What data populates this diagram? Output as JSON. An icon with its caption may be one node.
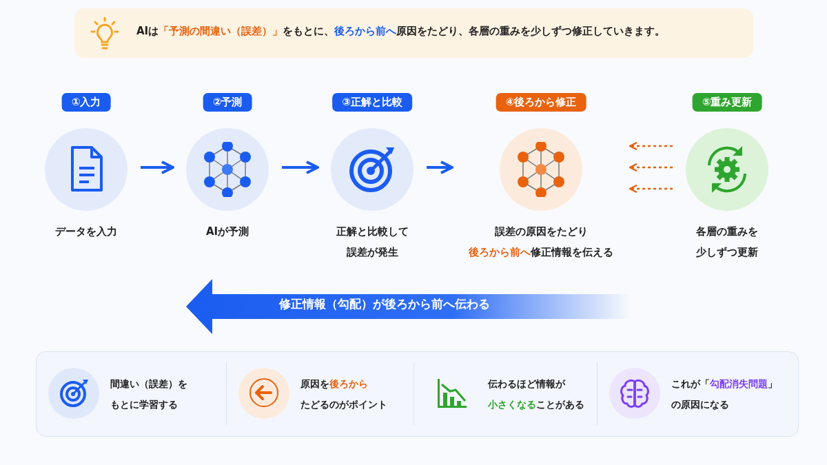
{
  "diagram": {
    "title": "AIは**「予測の間違い（誤差）」**をもとに、**後ろから前へ**原因をたどり、各層の重みを少しずつ修正していきます。",
    "nodes": [
      {
        "text": [
          "①入力",
          "データを入力"
        ]
      },
      {
        "text": [
          "②予測",
          "AIが予測"
        ]
      },
      {
        "text": [
          "③正解と比較",
          "正解と比較して誤差が発生"
        ]
      },
      {
        "text": [
          "④後ろから修正",
          "誤差の原因をたどり**後ろから前へ**修正情報を伝える"
        ]
      },
      {
        "text": [
          "⑤重み更新",
          "各層の重みを少しずつ更新"
        ]
      }
    ],
    "edges": [
      {
        "from": 0,
        "to": 1,
        "arrow": "to"
      },
      {
        "from": 1,
        "to": 2,
        "arrow": "to"
      },
      {
        "from": 2,
        "to": 3,
        "arrow": "to"
      },
      {
        "from": 4,
        "to": 3,
        "arrow": "to",
        "style": "dashed",
        "color": "#e8620f"
      },
      {
        "from": 4,
        "to": 3,
        "arrow": "to",
        "style": "dashed",
        "color": "#e8620f"
      },
      {
        "from": 4,
        "to": 3,
        "arrow": "to",
        "style": "dashed",
        "color": "#e8620f"
      }
    ],
    "labels": [
      "修正情報（勾配）が後ろから前へ伝わる",
      "間違い（誤差）をもとに学習する",
      "原因を**後ろから**たどるのがポイント",
      "伝わるほど情報が**小さくなる**ことがある",
      "これが「**勾配消失問題**」の原因になる"
    ]
  }
}
